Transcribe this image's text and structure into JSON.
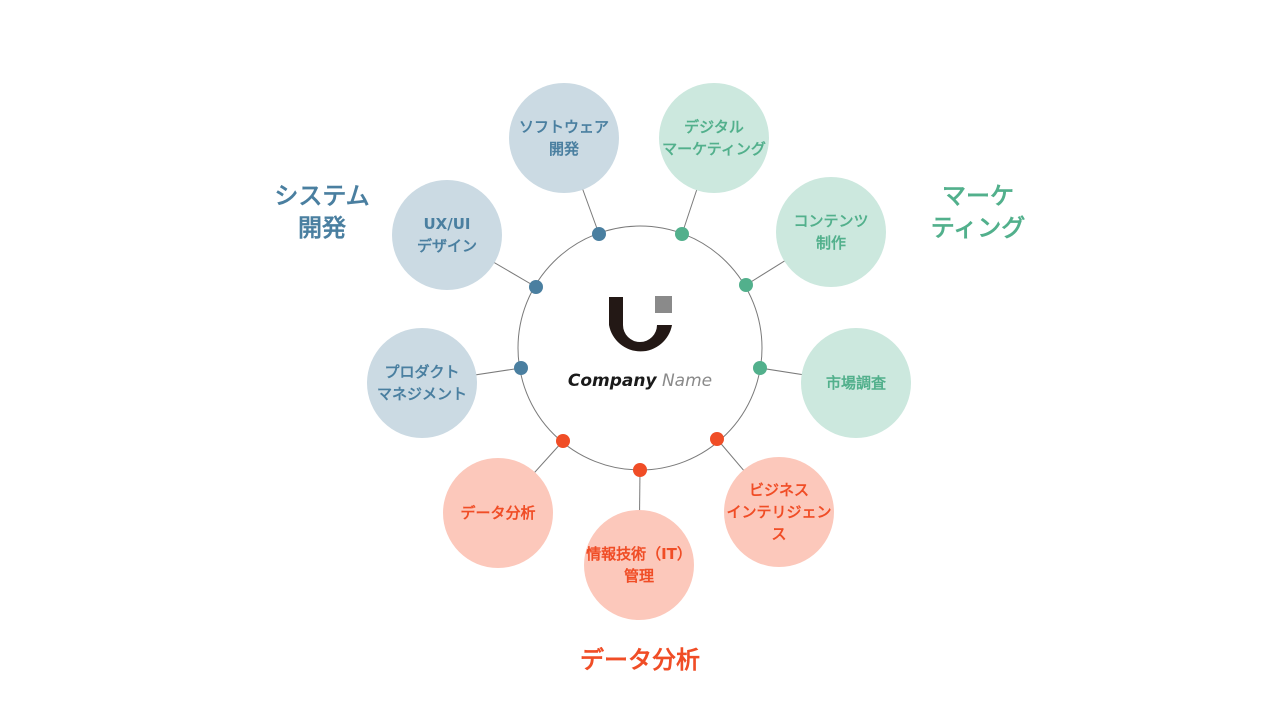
{
  "colors": {
    "system": "#4a7fa0",
    "system_fill": "#cbdae3",
    "marketing": "#52b08c",
    "marketing_fill": "#cce8de",
    "data": "#f04d26",
    "data_fill": "#fcc8bb",
    "ring": "#7a7a7a",
    "logo_dark": "#231815",
    "logo_gray": "#8a8a8a"
  },
  "center": {
    "logo_icon": "company-logo-icon",
    "company": "Company",
    "name": "Name"
  },
  "groups": {
    "system": {
      "label": "システム\n開発"
    },
    "marketing": {
      "label": "マーケ\nティング"
    },
    "data": {
      "label": "データ分析"
    }
  },
  "nodes": [
    {
      "id": "software-dev",
      "group": "system",
      "label": "ソフトウェア\n開発"
    },
    {
      "id": "ux-ui-design",
      "group": "system",
      "label": "UX/UI\nデザイン"
    },
    {
      "id": "product-management",
      "group": "system",
      "label": "プロダクト\nマネジメント"
    },
    {
      "id": "digital-marketing",
      "group": "marketing",
      "label": "デジタル\nマーケティング"
    },
    {
      "id": "content-production",
      "group": "marketing",
      "label": "コンテンツ\n制作"
    },
    {
      "id": "market-research",
      "group": "marketing",
      "label": "市場調査"
    },
    {
      "id": "business-intelligence",
      "group": "data",
      "label": "ビジネス\nインテリジェンス"
    },
    {
      "id": "it-management",
      "group": "data",
      "label": "情報技術（IT）\n管理"
    },
    {
      "id": "data-analysis",
      "group": "data",
      "label": "データ分析"
    }
  ]
}
